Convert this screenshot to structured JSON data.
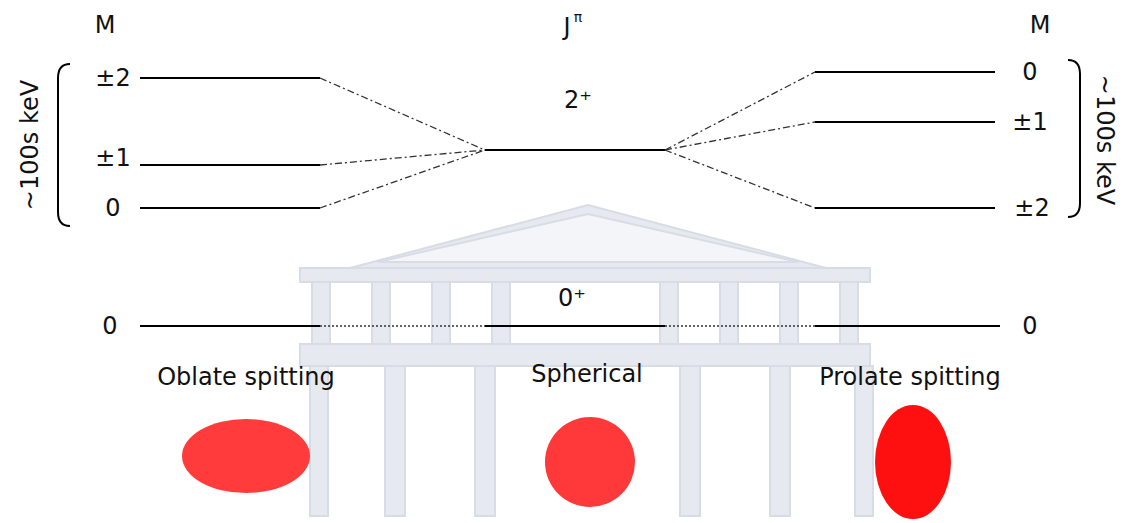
{
  "diagram": {
    "labels": [
      "M",
      "J",
      "π",
      "M",
      "~100s keV",
      "±2",
      "±1",
      "0",
      "2⁺",
      "±1",
      "0",
      "±2",
      "~100s keV",
      "0⁺",
      "0",
      "0",
      "Oblate spitting",
      "Spherical",
      "Prolate spitting"
    ]
  }
}
